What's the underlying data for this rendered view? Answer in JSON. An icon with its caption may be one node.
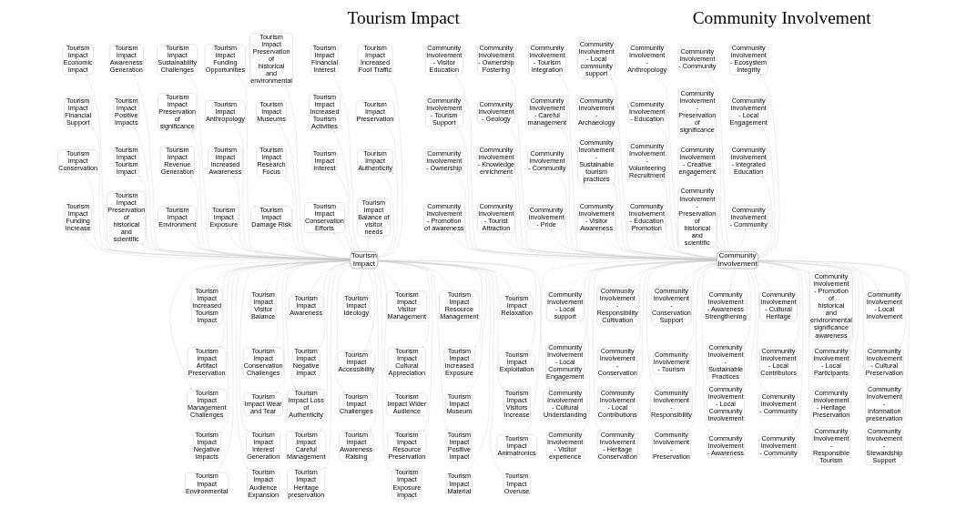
{
  "diagram": {
    "nodes": [
      {
        "text": [
          "Tourism Impact"
        ]
      },
      {
        "text": [
          "Tourism Impact Increased Tourism Impact"
        ]
      },
      {
        "text": [
          "Tourism Impact Visitor Balance"
        ]
      },
      {
        "text": [
          "Tourism Impact Awareness"
        ]
      },
      {
        "text": [
          "Tourism Impact Visitor Management"
        ]
      },
      {
        "text": [
          "Tourism Impact Resource Management"
        ]
      },
      {
        "text": [
          "Tourism Impact Relaxation"
        ]
      },
      {
        "text": [
          "Tourism Impact Ideology"
        ]
      },
      {
        "text": [
          "Tourism Impact Funding Increase"
        ]
      },
      {
        "text": [
          "Tourism Impact Preservation of historical and scientific"
        ]
      },
      {
        "text": [
          "Tourism Impact Environment"
        ]
      },
      {
        "text": [
          "Tourism Impact Exposure"
        ]
      },
      {
        "text": [
          "Tourism Impact Damage Risk"
        ]
      },
      {
        "text": [
          "Tourism Impact Conservation Efforts"
        ]
      },
      {
        "text": [
          "Tourism Impact Balance of visitor needs"
        ]
      },
      {
        "text": [
          "Tourism Impact Artifact Preservation"
        ]
      },
      {
        "text": [
          "Tourism Impact Conservation Challenges"
        ]
      },
      {
        "text": [
          "Tourism Impact Negative Impact"
        ]
      },
      {
        "text": [
          "Tourism Impact Cultural Appreciation"
        ]
      },
      {
        "text": [
          "Tourism Impact Increased Exposure"
        ]
      },
      {
        "text": [
          "Tourism Impact Exploitation"
        ]
      },
      {
        "text": [
          "Tourism Impact Accessibility"
        ]
      },
      {
        "text": [
          "Tourism Impact Conservation"
        ]
      },
      {
        "text": [
          "Tourism Impact Tourism Impact"
        ]
      },
      {
        "text": [
          "Tourism Impact Revenue Generation"
        ]
      },
      {
        "text": [
          "Tourism Impact Increased Awareness"
        ]
      },
      {
        "text": [
          "Tourism Impact Research Focus"
        ]
      },
      {
        "text": [
          "Tourism Impact Interest"
        ]
      },
      {
        "text": [
          "Tourism Impact Authenticity"
        ]
      },
      {
        "text": [
          "Tourism Impact Management Challenges"
        ]
      },
      {
        "text": [
          "Tourism Impact Wear and Tear"
        ]
      },
      {
        "text": [
          "Tourism Impact Loss of Authenticity"
        ]
      },
      {
        "text": [
          "Tourism Impact Wider Audience"
        ]
      },
      {
        "text": [
          "Tourism Impact Museum"
        ]
      },
      {
        "text": [
          "Tourism Impact Visitors Increase"
        ]
      },
      {
        "text": [
          "Tourism Impact Challenges"
        ]
      },
      {
        "text": [
          "Tourism Impact Financial Support"
        ]
      },
      {
        "text": [
          "Tourism Impact Positive Impacts"
        ]
      },
      {
        "text": [
          "Tourism Impact Preservation of significance"
        ]
      },
      {
        "text": [
          "Tourism Impact Anthropology"
        ]
      },
      {
        "text": [
          "Tourism Impact Museums"
        ]
      },
      {
        "text": [
          "Tourism Impact Increased Tourism Activities"
        ]
      },
      {
        "text": [
          "Tourism Impact Preservation"
        ]
      },
      {
        "text": [
          "Tourism Impact Negative Impacts"
        ]
      },
      {
        "text": [
          "Tourism Impact Interest Generation"
        ]
      },
      {
        "text": [
          "Tourism Impact Careful Management"
        ]
      },
      {
        "text": [
          "Tourism Impact Resource Preservation"
        ]
      },
      {
        "text": [
          "Tourism Impact Positive Impact"
        ]
      },
      {
        "text": [
          "Tourism Impact Animatronics"
        ]
      },
      {
        "text": [
          "Tourism Impact Awareness Raising"
        ]
      },
      {
        "text": [
          "Tourism Impact Economic Impact"
        ]
      },
      {
        "text": [
          "Tourism Impact Awareness Generation"
        ]
      },
      {
        "text": [
          "Tourism Impact Sustainability Challenges"
        ]
      },
      {
        "text": [
          "Tourism Impact Funding Opportunities"
        ]
      },
      {
        "text": [
          "Tourism Impact Preservation of historical and environmental"
        ]
      },
      {
        "text": [
          "Tourism Impact Financial Interest"
        ]
      },
      {
        "text": [
          "Tourism Impact Increased Foot Traffic"
        ]
      },
      {
        "text": [
          "Tourism Impact Environmental"
        ]
      },
      {
        "text": [
          "Tourism Impact Audience Expansion"
        ]
      },
      {
        "text": [
          "Tourism Impact Heritage preservation"
        ]
      },
      {
        "text": [
          "Tourism Impact Exposure Impact"
        ]
      },
      {
        "text": [
          "Tourism Impact Material"
        ]
      },
      {
        "text": [
          "Tourism Impact Overuse"
        ]
      },
      {
        "text": [
          "Community Involvement"
        ]
      },
      {
        "text": [
          "Community Involvement - Local support"
        ]
      },
      {
        "text": [
          "Community Involvement - Responsibility Cultivation"
        ]
      },
      {
        "text": [
          "Community Involvement - Conservation Support"
        ]
      },
      {
        "text": [
          "Community Involvement - Awareness Strengthening"
        ]
      },
      {
        "text": [
          "Community Involvement - Cultural Heritage"
        ]
      },
      {
        "text": [
          "Community Involvement - Promotion of historical and environmental significance awareness"
        ]
      },
      {
        "text": [
          "Community Involvement - Local Involvement"
        ]
      },
      {
        "text": [
          "Community Involvement - Promotion of awareness"
        ]
      },
      {
        "text": [
          "Community Involvement - Tourist Attraction"
        ]
      },
      {
        "text": [
          "Community Involvement - Pride"
        ]
      },
      {
        "text": [
          "Community Involvement - Visitor Awareness"
        ]
      },
      {
        "text": [
          "Community Involvement - Education Promotion"
        ]
      },
      {
        "text": [
          "Community Involvement - Preservation of historical and scientific"
        ]
      },
      {
        "text": [
          "Community Involvement - Community"
        ]
      },
      {
        "text": [
          "Community Involvement - Local Community Engagement"
        ]
      },
      {
        "text": [
          "Community Involvement - Conservation"
        ]
      },
      {
        "text": [
          "Community Involvement - Tourism"
        ]
      },
      {
        "text": [
          "Community Involvement - Sustainable Practices"
        ]
      },
      {
        "text": [
          "Community Involvement - Local Contributors"
        ]
      },
      {
        "text": [
          "Community Involvement - Local Participants"
        ]
      },
      {
        "text": [
          "Community Involvement - Cultural Preservation"
        ]
      },
      {
        "text": [
          "Community Involvement - Ownership"
        ]
      },
      {
        "text": [
          "Community Involvement - Knowledge enrichment"
        ]
      },
      {
        "text": [
          "Community Involvement - Community"
        ]
      },
      {
        "text": [
          "Community Involvement - Sustainable tourism practices"
        ]
      },
      {
        "text": [
          "Community Involvement - Volunteering Recruitment"
        ]
      },
      {
        "text": [
          "Community Involvement - Creative engagement"
        ]
      },
      {
        "text": [
          "Community Involvement - Integrated Education"
        ]
      },
      {
        "text": [
          "Community Involvement - Cultural Understanding"
        ]
      },
      {
        "text": [
          "Community Involvement - Local Contributions"
        ]
      },
      {
        "text": [
          "Community Involvement - Responsibility"
        ]
      },
      {
        "text": [
          "Community Involvement - Local Community Involvement"
        ]
      },
      {
        "text": [
          "Community Involvement - Community"
        ]
      },
      {
        "text": [
          "Community Involvement - Heritage Preservation"
        ]
      },
      {
        "text": [
          "Community Involvement - Information preservation"
        ]
      },
      {
        "text": [
          "Community Involvement - Tourism Support"
        ]
      },
      {
        "text": [
          "Community Involvement - Geology"
        ]
      },
      {
        "text": [
          "Community Involvement - Careful management"
        ]
      },
      {
        "text": [
          "Community Involvement - Archaeology"
        ]
      },
      {
        "text": [
          "Community Involvement - Education"
        ]
      },
      {
        "text": [
          "Community Involvement - Preservation of significance"
        ]
      },
      {
        "text": [
          "Community Involvement - Local Engagement"
        ]
      },
      {
        "text": [
          "Community Involvement - Visitor experience"
        ]
      },
      {
        "text": [
          "Community Involvement - Heritage Conservation"
        ]
      },
      {
        "text": [
          "Community Involvement - Preservation"
        ]
      },
      {
        "text": [
          "Community Involvement - Awareness"
        ]
      },
      {
        "text": [
          "Community Involvement - Community"
        ]
      },
      {
        "text": [
          "Community Involvement - Responsible Tourism"
        ]
      },
      {
        "text": [
          "Community Involvement - Stewardship Support"
        ]
      },
      {
        "text": [
          "Community Involvement - Visitor Education"
        ]
      },
      {
        "text": [
          "Community Involvement - Ownership Fostering"
        ]
      },
      {
        "text": [
          "Community Involvement - Tourism Integration"
        ]
      },
      {
        "text": [
          "Community Involvement - Local community support"
        ]
      },
      {
        "text": [
          "Community Involvement - Anthropology"
        ]
      },
      {
        "text": [
          "Community Involvement - Community"
        ]
      },
      {
        "text": [
          "Community Involvement - Ecosystem Integrity"
        ]
      }
    ],
    "edges": [
      {
        "from": 0,
        "to": 1,
        "arrow": "to"
      },
      {
        "from": 0,
        "to": 2,
        "arrow": "to"
      },
      {
        "from": 0,
        "to": 3,
        "arrow": "to"
      },
      {
        "from": 0,
        "to": 4,
        "arrow": "to"
      },
      {
        "from": 0,
        "to": 5,
        "arrow": "to"
      },
      {
        "from": 0,
        "to": 6,
        "arrow": "to"
      },
      {
        "from": 0,
        "to": 7,
        "arrow": "to"
      },
      {
        "from": 0,
        "to": 8,
        "arrow": "to"
      },
      {
        "from": 0,
        "to": 9,
        "arrow": "to"
      },
      {
        "from": 0,
        "to": 10,
        "arrow": "to"
      },
      {
        "from": 0,
        "to": 11,
        "arrow": "to"
      },
      {
        "from": 0,
        "to": 12,
        "arrow": "to"
      },
      {
        "from": 0,
        "to": 13,
        "arrow": "to"
      },
      {
        "from": 0,
        "to": 14,
        "arrow": "to"
      },
      {
        "from": 0,
        "to": 15,
        "arrow": "to"
      },
      {
        "from": 0,
        "to": 16,
        "arrow": "to"
      },
      {
        "from": 0,
        "to": 17,
        "arrow": "to"
      },
      {
        "from": 0,
        "to": 18,
        "arrow": "to"
      },
      {
        "from": 0,
        "to": 19,
        "arrow": "to"
      },
      {
        "from": 0,
        "to": 20,
        "arrow": "to"
      },
      {
        "from": 0,
        "to": 21,
        "arrow": "to"
      },
      {
        "from": 0,
        "to": 22,
        "arrow": "to"
      },
      {
        "from": 0,
        "to": 23,
        "arrow": "to"
      },
      {
        "from": 0,
        "to": 24,
        "arrow": "to"
      },
      {
        "from": 0,
        "to": 25,
        "arrow": "to"
      },
      {
        "from": 0,
        "to": 26,
        "arrow": "to"
      },
      {
        "from": 0,
        "to": 27,
        "arrow": "to"
      },
      {
        "from": 0,
        "to": 28,
        "arrow": "to"
      },
      {
        "from": 0,
        "to": 29,
        "arrow": "to"
      },
      {
        "from": 0,
        "to": 30,
        "arrow": "to"
      },
      {
        "from": 0,
        "to": 31,
        "arrow": "to"
      },
      {
        "from": 0,
        "to": 32,
        "arrow": "to"
      },
      {
        "from": 0,
        "to": 33,
        "arrow": "to"
      },
      {
        "from": 0,
        "to": 34,
        "arrow": "to"
      },
      {
        "from": 0,
        "to": 35,
        "arrow": "to"
      },
      {
        "from": 0,
        "to": 36,
        "arrow": "to"
      },
      {
        "from": 0,
        "to": 37,
        "arrow": "to"
      },
      {
        "from": 0,
        "to": 38,
        "arrow": "to"
      },
      {
        "from": 0,
        "to": 39,
        "arrow": "to"
      },
      {
        "from": 0,
        "to": 40,
        "arrow": "to"
      },
      {
        "from": 0,
        "to": 41,
        "arrow": "to"
      },
      {
        "from": 0,
        "to": 42,
        "arrow": "to"
      },
      {
        "from": 0,
        "to": 43,
        "arrow": "to"
      },
      {
        "from": 0,
        "to": 44,
        "arrow": "to"
      },
      {
        "from": 0,
        "to": 45,
        "arrow": "to"
      },
      {
        "from": 0,
        "to": 46,
        "arrow": "to"
      },
      {
        "from": 0,
        "to": 47,
        "arrow": "to"
      },
      {
        "from": 0,
        "to": 48,
        "arrow": "to"
      },
      {
        "from": 0,
        "to": 49,
        "arrow": "to"
      },
      {
        "from": 0,
        "to": 50,
        "arrow": "to"
      },
      {
        "from": 0,
        "to": 51,
        "arrow": "to"
      },
      {
        "from": 0,
        "to": 52,
        "arrow": "to"
      },
      {
        "from": 0,
        "to": 53,
        "arrow": "to"
      },
      {
        "from": 0,
        "to": 54,
        "arrow": "to"
      },
      {
        "from": 0,
        "to": 55,
        "arrow": "to"
      },
      {
        "from": 0,
        "to": 56,
        "arrow": "to"
      },
      {
        "from": 0,
        "to": 57,
        "arrow": "to"
      },
      {
        "from": 0,
        "to": 58,
        "arrow": "to"
      },
      {
        "from": 0,
        "to": 59,
        "arrow": "to"
      },
      {
        "from": 0,
        "to": 60,
        "arrow": "to"
      },
      {
        "from": 0,
        "to": 61,
        "arrow": "to"
      },
      {
        "from": 0,
        "to": 62,
        "arrow": "to"
      },
      {
        "from": 63,
        "to": 64,
        "arrow": "to"
      },
      {
        "from": 63,
        "to": 65,
        "arrow": "to"
      },
      {
        "from": 63,
        "to": 66,
        "arrow": "to"
      },
      {
        "from": 63,
        "to": 67,
        "arrow": "to"
      },
      {
        "from": 63,
        "to": 68,
        "arrow": "to"
      },
      {
        "from": 63,
        "to": 69,
        "arrow": "to"
      },
      {
        "from": 63,
        "to": 70,
        "arrow": "to"
      },
      {
        "from": 63,
        "to": 71,
        "arrow": "to"
      },
      {
        "from": 63,
        "to": 72,
        "arrow": "to"
      },
      {
        "from": 63,
        "to": 73,
        "arrow": "to"
      },
      {
        "from": 63,
        "to": 74,
        "arrow": "to"
      },
      {
        "from": 63,
        "to": 75,
        "arrow": "to"
      },
      {
        "from": 63,
        "to": 76,
        "arrow": "to"
      },
      {
        "from": 63,
        "to": 77,
        "arrow": "to"
      },
      {
        "from": 63,
        "to": 78,
        "arrow": "to"
      },
      {
        "from": 63,
        "to": 79,
        "arrow": "to"
      },
      {
        "from": 63,
        "to": 80,
        "arrow": "to"
      },
      {
        "from": 63,
        "to": 81,
        "arrow": "to"
      },
      {
        "from": 63,
        "to": 82,
        "arrow": "to"
      },
      {
        "from": 63,
        "to": 83,
        "arrow": "to"
      },
      {
        "from": 63,
        "to": 84,
        "arrow": "to"
      },
      {
        "from": 63,
        "to": 85,
        "arrow": "to"
      },
      {
        "from": 63,
        "to": 86,
        "arrow": "to"
      },
      {
        "from": 63,
        "to": 87,
        "arrow": "to"
      },
      {
        "from": 63,
        "to": 88,
        "arrow": "to"
      },
      {
        "from": 63,
        "to": 89,
        "arrow": "to"
      },
      {
        "from": 63,
        "to": 90,
        "arrow": "to"
      },
      {
        "from": 63,
        "to": 91,
        "arrow": "to"
      },
      {
        "from": 63,
        "to": 92,
        "arrow": "to"
      },
      {
        "from": 63,
        "to": 93,
        "arrow": "to"
      },
      {
        "from": 63,
        "to": 94,
        "arrow": "to"
      },
      {
        "from": 63,
        "to": 95,
        "arrow": "to"
      },
      {
        "from": 63,
        "to": 96,
        "arrow": "to"
      },
      {
        "from": 63,
        "to": 97,
        "arrow": "to"
      },
      {
        "from": 63,
        "to": 98,
        "arrow": "to"
      },
      {
        "from": 63,
        "to": 99,
        "arrow": "to"
      },
      {
        "from": 63,
        "to": 100,
        "arrow": "to"
      },
      {
        "from": 63,
        "to": 101,
        "arrow": "to"
      },
      {
        "from": 63,
        "to": 102,
        "arrow": "to"
      },
      {
        "from": 63,
        "to": 103,
        "arrow": "to"
      },
      {
        "from": 63,
        "to": 104,
        "arrow": "to"
      },
      {
        "from": 63,
        "to": 105,
        "arrow": "to"
      },
      {
        "from": 63,
        "to": 106,
        "arrow": "to"
      },
      {
        "from": 63,
        "to": 107,
        "arrow": "to"
      },
      {
        "from": 63,
        "to": 108,
        "arrow": "to"
      },
      {
        "from": 63,
        "to": 109,
        "arrow": "to"
      },
      {
        "from": 63,
        "to": 110,
        "arrow": "to"
      },
      {
        "from": 63,
        "to": 111,
        "arrow": "to"
      },
      {
        "from": 63,
        "to": 112,
        "arrow": "to"
      },
      {
        "from": 63,
        "to": 113,
        "arrow": "to"
      },
      {
        "from": 63,
        "to": 114,
        "arrow": "to"
      },
      {
        "from": 63,
        "to": 115,
        "arrow": "to"
      },
      {
        "from": 63,
        "to": 116,
        "arrow": "to"
      },
      {
        "from": 63,
        "to": 117,
        "arrow": "to"
      },
      {
        "from": 63,
        "to": 118,
        "arrow": "to"
      },
      {
        "from": 63,
        "to": 119,
        "arrow": "to"
      }
    ],
    "labels": [
      "Tourism Impact",
      "Community Involvement"
    ]
  }
}
